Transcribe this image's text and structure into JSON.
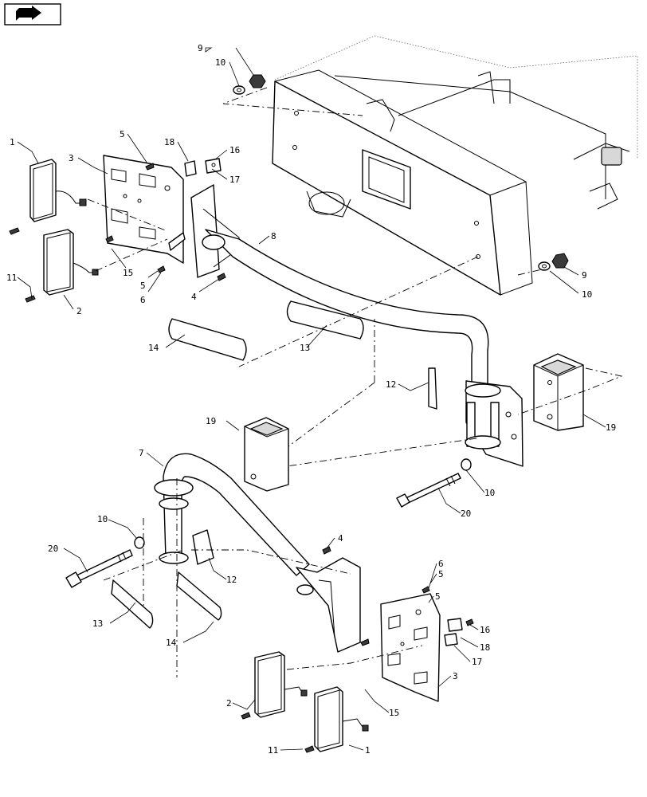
{
  "nav_icon": "next-page-arrow-icon",
  "callouts": [
    {
      "id": "c9a",
      "text": "9"
    },
    {
      "id": "c10a",
      "text": "10"
    },
    {
      "id": "c5a",
      "text": "5"
    },
    {
      "id": "c18a",
      "text": "18"
    },
    {
      "id": "c16a",
      "text": "16"
    },
    {
      "id": "c17a",
      "text": "17"
    },
    {
      "id": "c1a",
      "text": "1"
    },
    {
      "id": "c3a",
      "text": "3"
    },
    {
      "id": "c8",
      "text": "8"
    },
    {
      "id": "c15a",
      "text": "15"
    },
    {
      "id": "c5b",
      "text": "5"
    },
    {
      "id": "c6a",
      "text": "6"
    },
    {
      "id": "c4a",
      "text": "4"
    },
    {
      "id": "c11a",
      "text": "11"
    },
    {
      "id": "c2a",
      "text": "2"
    },
    {
      "id": "c9b",
      "text": "9"
    },
    {
      "id": "c10b",
      "text": "10"
    },
    {
      "id": "c14a",
      "text": "14"
    },
    {
      "id": "c13a",
      "text": "13"
    },
    {
      "id": "c12a",
      "text": "12"
    },
    {
      "id": "c19a",
      "text": "19"
    },
    {
      "id": "c19b",
      "text": "19"
    },
    {
      "id": "c7",
      "text": "7"
    },
    {
      "id": "c10c",
      "text": "10"
    },
    {
      "id": "c20a",
      "text": "20"
    },
    {
      "id": "c10d",
      "text": "10"
    },
    {
      "id": "c20b",
      "text": "20"
    },
    {
      "id": "c4b",
      "text": "4"
    },
    {
      "id": "c12b",
      "text": "12"
    },
    {
      "id": "c6b",
      "text": "6"
    },
    {
      "id": "c5c",
      "text": "5"
    },
    {
      "id": "c5d",
      "text": "5"
    },
    {
      "id": "c13b",
      "text": "13"
    },
    {
      "id": "c14b",
      "text": "14"
    },
    {
      "id": "c16b",
      "text": "16"
    },
    {
      "id": "c18b",
      "text": "18"
    },
    {
      "id": "c17b",
      "text": "17"
    },
    {
      "id": "c3b",
      "text": "3"
    },
    {
      "id": "c2b",
      "text": "2"
    },
    {
      "id": "c15b",
      "text": "15"
    },
    {
      "id": "c11b",
      "text": "11"
    },
    {
      "id": "c1b",
      "text": "1"
    }
  ]
}
